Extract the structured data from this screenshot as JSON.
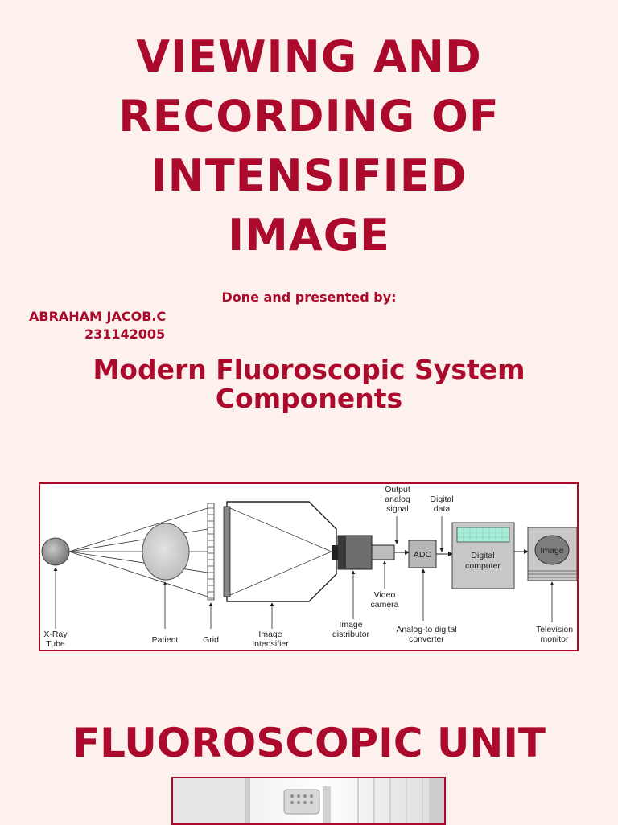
{
  "slide1": {
    "title_lines": [
      "VIEWING AND",
      "RECORDING OF",
      "INTENSIFIED",
      "IMAGE"
    ],
    "byline": "Done and presented by:",
    "author_name": "ABRAHAM JACOB.C",
    "author_id": "231142005"
  },
  "slide2": {
    "heading_line1": "Modern Fluoroscopic System",
    "heading_line2": "Components",
    "diagram": {
      "xray_tube": [
        "X-Ray",
        "Tube"
      ],
      "patient": "Patient",
      "grid": "Grid",
      "image_intensifier": [
        "Image",
        "Intensifier"
      ],
      "image_distributor": [
        "Image",
        "distributor"
      ],
      "video_camera": [
        "Video",
        "camera"
      ],
      "output_signal": [
        "Output",
        "analog",
        "signal"
      ],
      "adc_box": "ADC",
      "adc_label": [
        "Analog-to digital",
        "converter"
      ],
      "digital_data": [
        "Digital",
        "data"
      ],
      "digital_computer": [
        "Digital",
        "computer"
      ],
      "monitor_screen": "Image",
      "tv_monitor": [
        "Television",
        "monitor"
      ]
    }
  },
  "slide3": {
    "heading": "FLUOROSCOPIC UNIT"
  },
  "colors": {
    "accent": "#ab0a2c",
    "background": "#fdf1ed"
  }
}
